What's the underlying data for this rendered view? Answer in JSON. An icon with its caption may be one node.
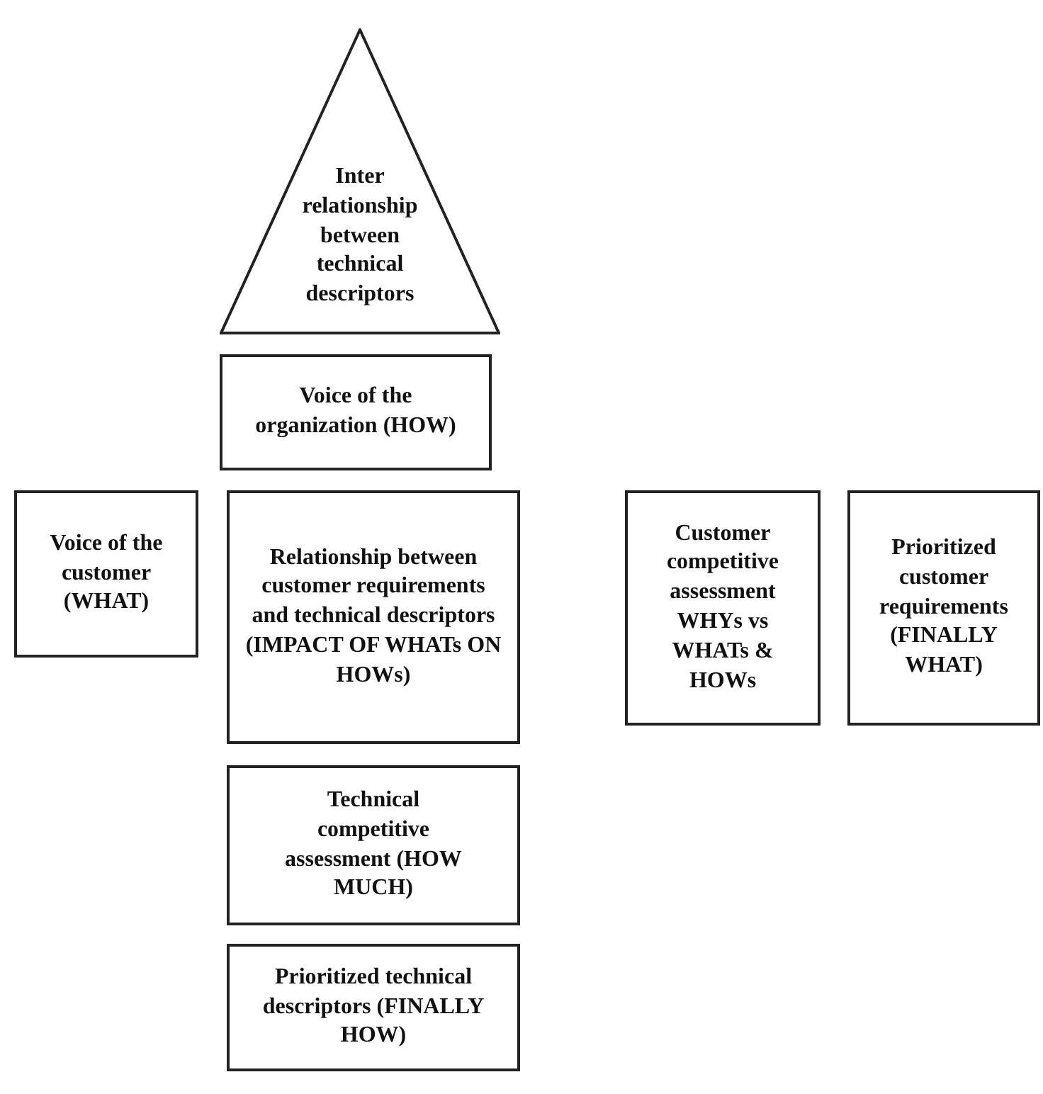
{
  "diagram": {
    "nodes": [
      {
        "text": [
          "Inter relationship between technical descriptors"
        ]
      },
      {
        "text": [
          "Voice of the organization (HOW)"
        ]
      },
      {
        "text": [
          "Voice of the customer (WHAT)"
        ]
      },
      {
        "text": [
          "Relationship between customer requirements and technical descriptors (IMPACT OF WHATs ON HOWs)"
        ]
      },
      {
        "text": [
          "Customer competitive assessment WHYs vs WHATs & HOWs"
        ]
      },
      {
        "text": [
          "Prioritized customer requirements (FINALLY WHAT)"
        ]
      },
      {
        "text": [
          "Technical competitive assessment (HOW MUCH)"
        ]
      },
      {
        "text": [
          "Prioritized technical descriptors (FINALLY HOW)"
        ]
      }
    ]
  }
}
